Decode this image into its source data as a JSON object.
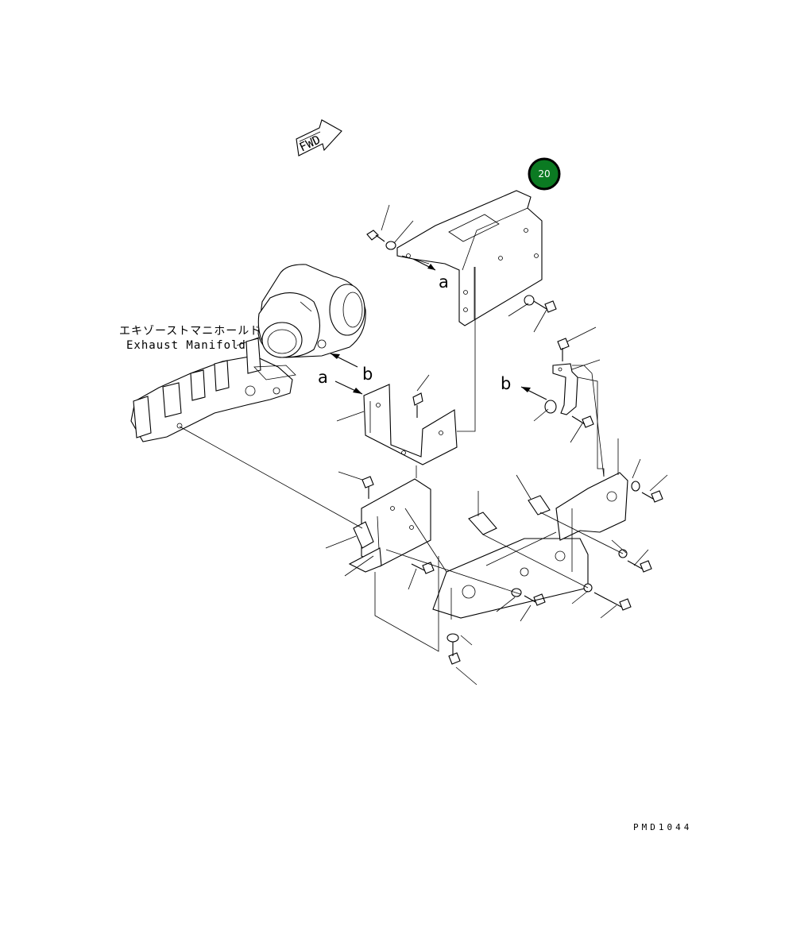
{
  "fwd_label": "FWD",
  "manifold_label_jp": "エキゾーストマニホールド",
  "manifold_label_en": "Exhaust Manifold",
  "callout": {
    "number": "20",
    "color": "#0b7a22",
    "ring": "#000000"
  },
  "markers": {
    "a": "a",
    "b": "b"
  },
  "drawing_code": "PMD1044"
}
